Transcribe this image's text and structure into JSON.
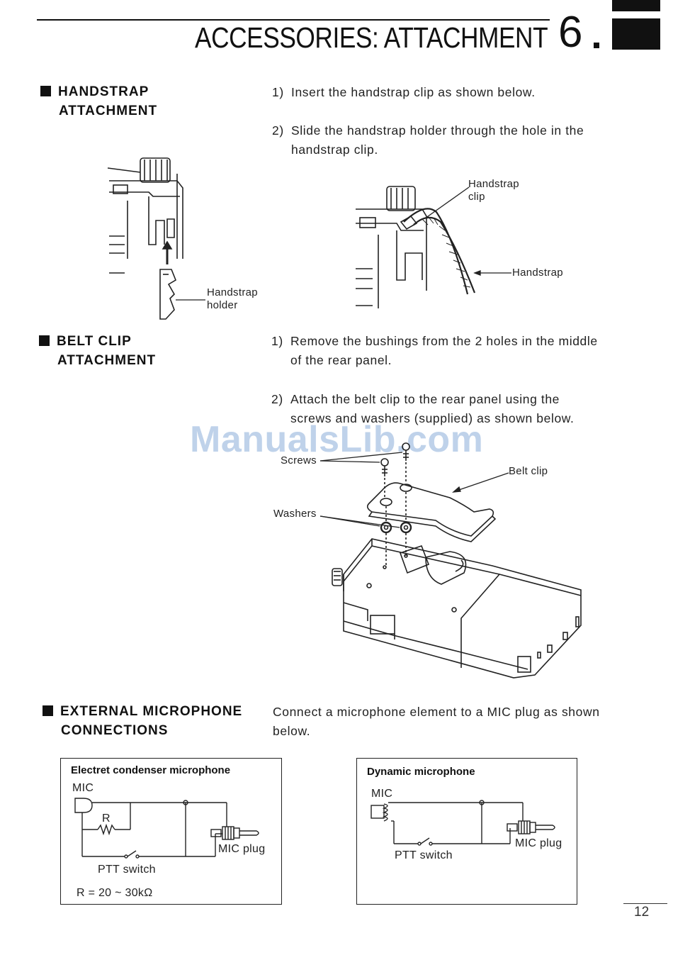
{
  "header": {
    "title": "ACCESSORIES: ATTACHMENT",
    "chapter_number": "6"
  },
  "sections": {
    "handstrap": {
      "title_line1": "HANDSTRAP",
      "title_line2": "ATTACHMENT",
      "steps": [
        {
          "num": "1)",
          "text": "Insert the handstrap clip as shown below."
        },
        {
          "num": "2)",
          "text": "Slide the handstrap holder through the hole in the handstrap clip."
        }
      ],
      "labels": {
        "holder_line1": "Handstrap",
        "holder_line2": "holder",
        "clip_line1": "Handstrap",
        "clip_line2": "clip",
        "strap": "Handstrap"
      }
    },
    "belt_clip": {
      "title_line1": "BELT CLIP",
      "title_line2": "ATTACHMENT",
      "steps": [
        {
          "num": "1)",
          "text": "Remove the bushings from the 2 holes in the middle of the rear panel."
        },
        {
          "num": "2)",
          "text": "Attach the belt clip to the rear panel using the screws and washers (supplied) as shown below."
        }
      ],
      "labels": {
        "screws": "Screws",
        "belt_clip": "Belt clip",
        "washers": "Washers"
      }
    },
    "external_mic": {
      "title_line1": "EXTERNAL MICROPHONE",
      "title_line2": "CONNECTIONS",
      "text": "Connect a microphone element to a MIC plug as shown below.",
      "electret": {
        "title": "Electret condenser microphone",
        "mic": "MIC",
        "r": "R",
        "mic_plug": "MIC plug",
        "ptt": "PTT switch",
        "r_value": "R = 20 ~ 30kΩ"
      },
      "dynamic": {
        "title": "Dynamic microphone",
        "mic": "MIC",
        "mic_plug": "MIC plug",
        "ptt": "PTT switch"
      }
    }
  },
  "watermark": "ManualsLib.com",
  "page_number": "12"
}
